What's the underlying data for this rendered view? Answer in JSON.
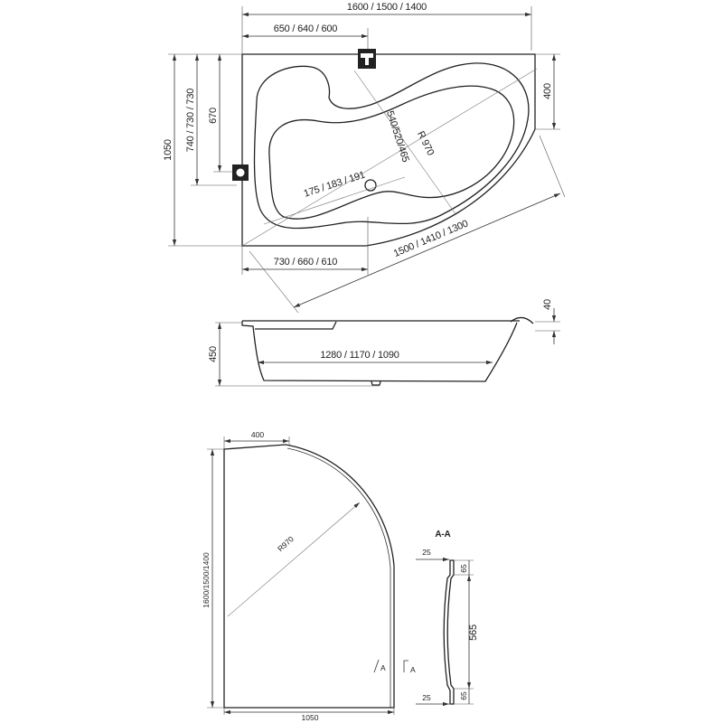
{
  "top_view": {
    "overall_width": "1600 / 1500 / 1400",
    "upper_inner_width": "650 / 640 / 600",
    "right_edge_height": "400",
    "overall_depth": "1050",
    "left_depth": "740 / 730 / 730",
    "inner_depth": "670",
    "diagonal_depth": "540/520/465",
    "radius": "R 970",
    "waist": "175 / 183 / 191",
    "lower_inner_width": "730 / 660 / 610",
    "diagonal_length": "1500 / 1410 / 1300",
    "icons": [
      "faucet-icon",
      "overflow-icon",
      "drain-icon"
    ]
  },
  "side_view": {
    "rim_height": "40",
    "total_height": "450",
    "bottom_length": "1280 / 1170 / 1090"
  },
  "panel_view": {
    "top_width": "400",
    "radius": "R970",
    "height": "1600/1500/1400",
    "bottom_width": "1050",
    "section_mark_left": "A",
    "section_mark_right": "A"
  },
  "section_aa": {
    "title": "A-A",
    "top_offset": "25",
    "top_flange": "65",
    "middle": "565",
    "bottom_offset": "25",
    "bottom_flange": "65"
  }
}
